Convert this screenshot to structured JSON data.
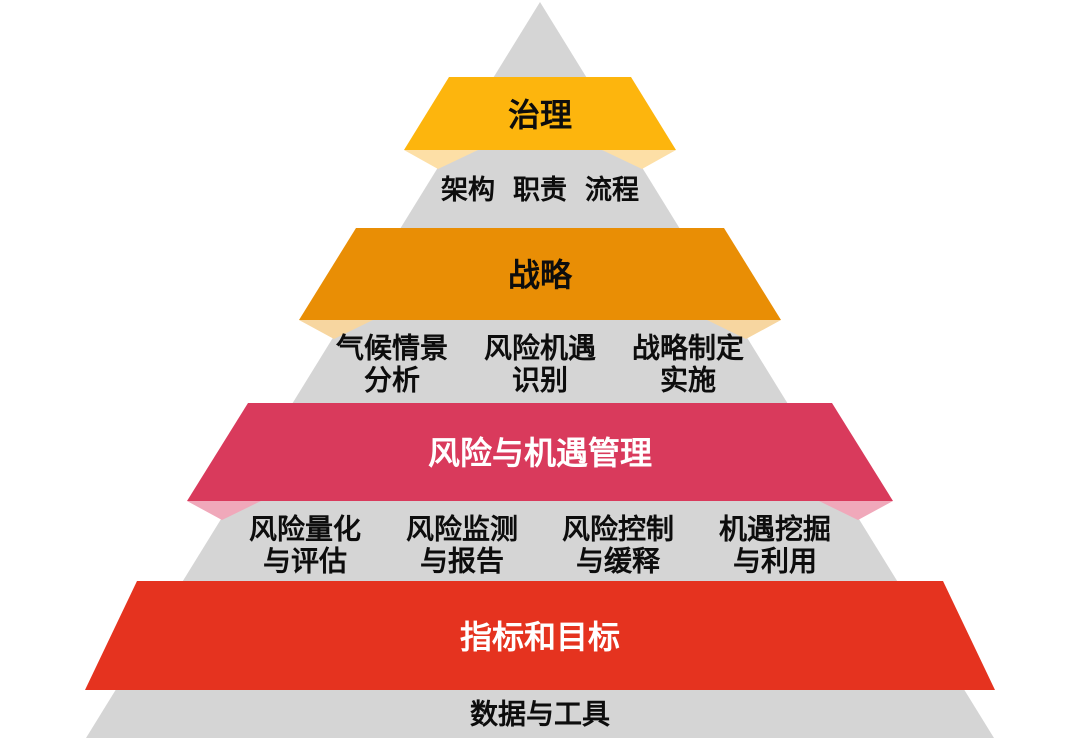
{
  "colors": {
    "background": "#FFFFFF",
    "pyramid_gray": "#D5D5D5",
    "level1_fill": "#FDB50D",
    "level1_fold": "#FDDFA6",
    "level2_fill": "#E98E05",
    "level2_fold": "#F7D6A0",
    "level3_fill": "#D93A5C",
    "level3_fold": "#F0A8BA",
    "level4_fill": "#E5331F",
    "dark_text": "#0D0D0D",
    "light_text": "#FFFFFF"
  },
  "pyramid": {
    "levels": [
      {
        "title": "治理",
        "subs": [
          {
            "line1": "架构"
          },
          {
            "line1": "职责"
          },
          {
            "line1": "流程"
          }
        ]
      },
      {
        "title": "战略",
        "subs": [
          {
            "line1": "气候情景",
            "line2": "分析"
          },
          {
            "line1": "风险机遇",
            "line2": "识别"
          },
          {
            "line1": "战略制定",
            "line2": "实施"
          }
        ]
      },
      {
        "title": "风险与机遇管理",
        "subs": [
          {
            "line1": "风险量化",
            "line2": "与评估"
          },
          {
            "line1": "风险监测",
            "line2": "与报告"
          },
          {
            "line1": "风险控制",
            "line2": "与缓释"
          },
          {
            "line1": "机遇挖掘",
            "line2": "与利用"
          }
        ]
      },
      {
        "title": "指标和目标",
        "subs": [
          {
            "line1": "数据与工具"
          }
        ]
      }
    ]
  }
}
